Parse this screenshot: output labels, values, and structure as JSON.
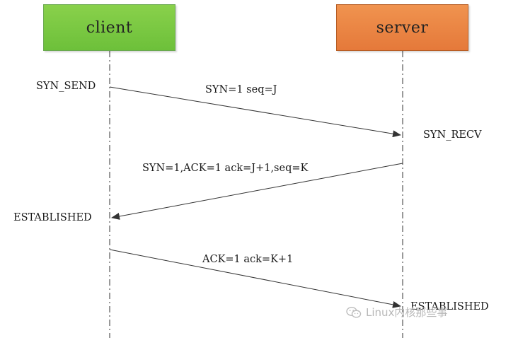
{
  "nodes": {
    "client": "client",
    "server": "server"
  },
  "states": {
    "client_syn_send": "SYN_SEND",
    "server_syn_recv": "SYN_RECV",
    "client_established": "ESTABLISHED",
    "server_established": "ESTABLISHED"
  },
  "messages": [
    {
      "label": "SYN=1 seq=J",
      "from": "client",
      "to": "server"
    },
    {
      "label": "SYN=1,ACK=1 ack=J+1,seq=K",
      "from": "server",
      "to": "client"
    },
    {
      "label": "ACK=1 ack=K+1",
      "from": "client",
      "to": "server"
    }
  ],
  "watermark": "Linux内核那些事",
  "colors": {
    "client_box": "#7ac943",
    "server_box": "#eb8544",
    "lines": "#333333"
  }
}
